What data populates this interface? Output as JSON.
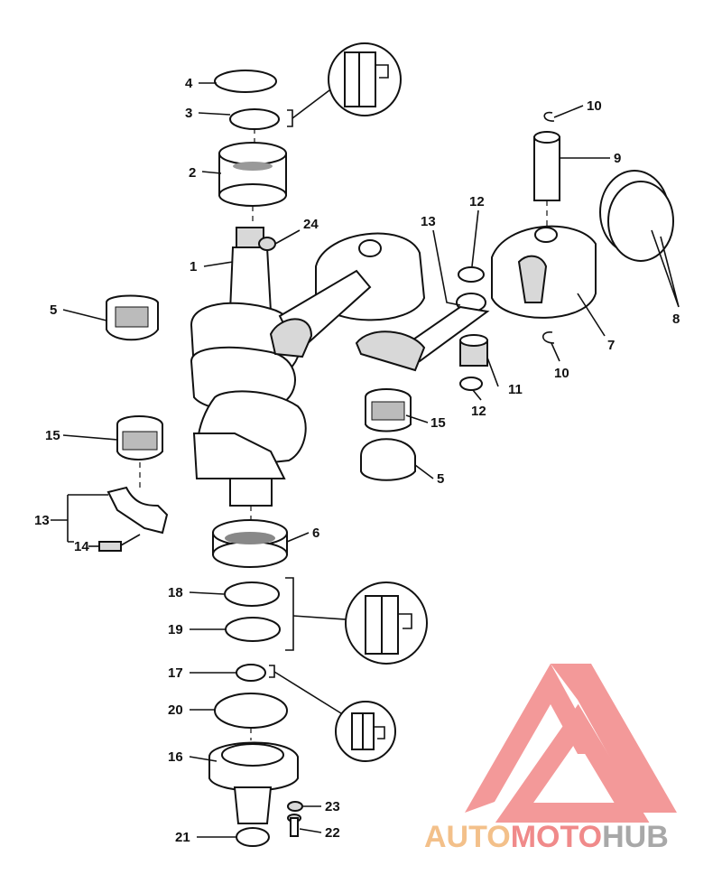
{
  "callouts": [
    {
      "id": "c4",
      "text": "4"
    },
    {
      "id": "c3",
      "text": "3"
    },
    {
      "id": "c2",
      "text": "2"
    },
    {
      "id": "c24",
      "text": "24"
    },
    {
      "id": "c1",
      "text": "1"
    },
    {
      "id": "c5a",
      "text": "5"
    },
    {
      "id": "c15a",
      "text": "15"
    },
    {
      "id": "c13a",
      "text": "13"
    },
    {
      "id": "c14",
      "text": "14"
    },
    {
      "id": "c10a",
      "text": "10"
    },
    {
      "id": "c9",
      "text": "9"
    },
    {
      "id": "c12a",
      "text": "12"
    },
    {
      "id": "c13b",
      "text": "13"
    },
    {
      "id": "c8",
      "text": "8"
    },
    {
      "id": "c7",
      "text": "7"
    },
    {
      "id": "c10b",
      "text": "10"
    },
    {
      "id": "c11",
      "text": "11"
    },
    {
      "id": "c12b",
      "text": "12"
    },
    {
      "id": "c15b",
      "text": "15"
    },
    {
      "id": "c5b",
      "text": "5"
    },
    {
      "id": "c6",
      "text": "6"
    },
    {
      "id": "c18",
      "text": "18"
    },
    {
      "id": "c19",
      "text": "19"
    },
    {
      "id": "c17",
      "text": "17"
    },
    {
      "id": "c20",
      "text": "20"
    },
    {
      "id": "c16",
      "text": "16"
    },
    {
      "id": "c23",
      "text": "23"
    },
    {
      "id": "c22",
      "text": "22"
    },
    {
      "id": "c21",
      "text": "21"
    }
  ],
  "watermark": {
    "part1": "AUTO",
    "part2": "MOTO",
    "part3": "HUB",
    "color_auto": "#f3c08a",
    "color_moto": "#f08a8a",
    "color_hub": "#a8a8a8",
    "logo_color": "#f07878"
  }
}
